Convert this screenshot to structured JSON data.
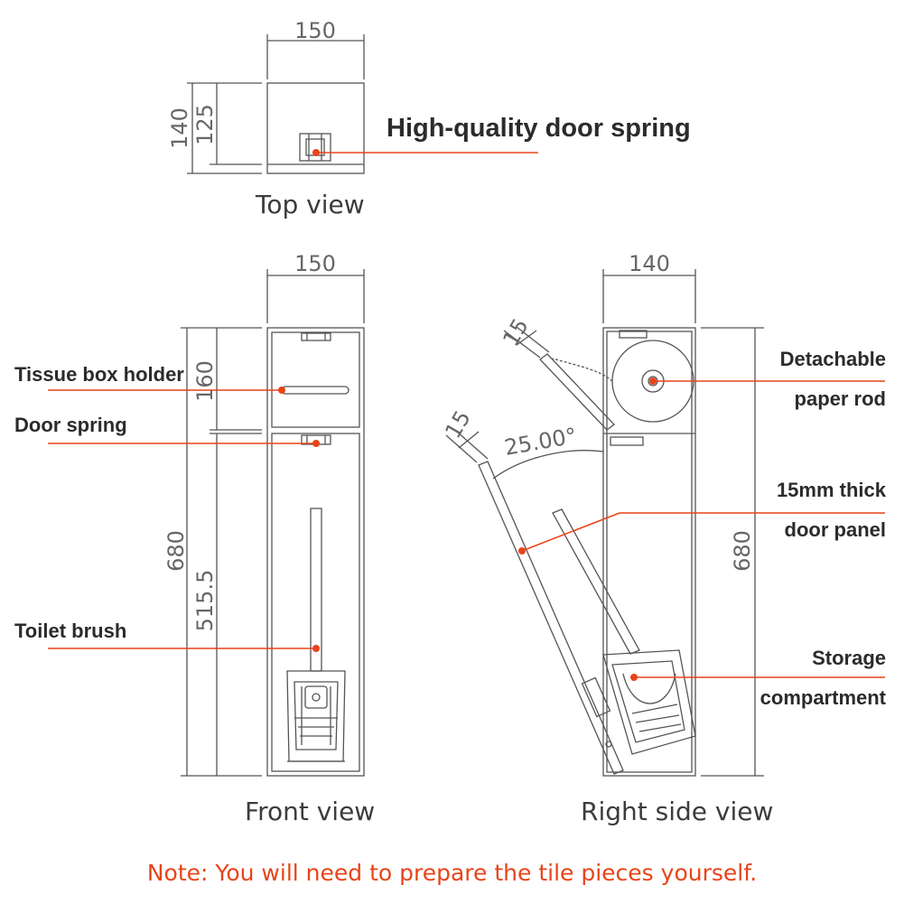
{
  "views": {
    "top": "Top view",
    "front": "Front view",
    "side": "Right side view"
  },
  "labels": {
    "door_spring_hq": "High-quality door spring",
    "tissue_box_holder": "Tissue box holder",
    "door_spring": "Door spring",
    "toilet_brush": "Toilet brush",
    "detachable_1": "Detachable",
    "detachable_2": "paper rod",
    "thick_1": "15mm thick",
    "thick_2": "door panel",
    "storage_1": "Storage",
    "storage_2": "compartment"
  },
  "dimensions": {
    "top_width": "150",
    "top_depth_outer": "140",
    "top_depth_inner": "125",
    "front_width": "150",
    "front_upper": "160",
    "front_height": "680",
    "front_lower": "515.5",
    "side_width": "140",
    "side_height": "680",
    "door_thick_upper": "15",
    "door_thick_lower": "15",
    "door_angle": "25.00°"
  },
  "note": "Note: You will need to prepare the tile pieces yourself.",
  "colors": {
    "accent": "#e8441a",
    "line": "#555555",
    "text": "#2b2b2b"
  }
}
